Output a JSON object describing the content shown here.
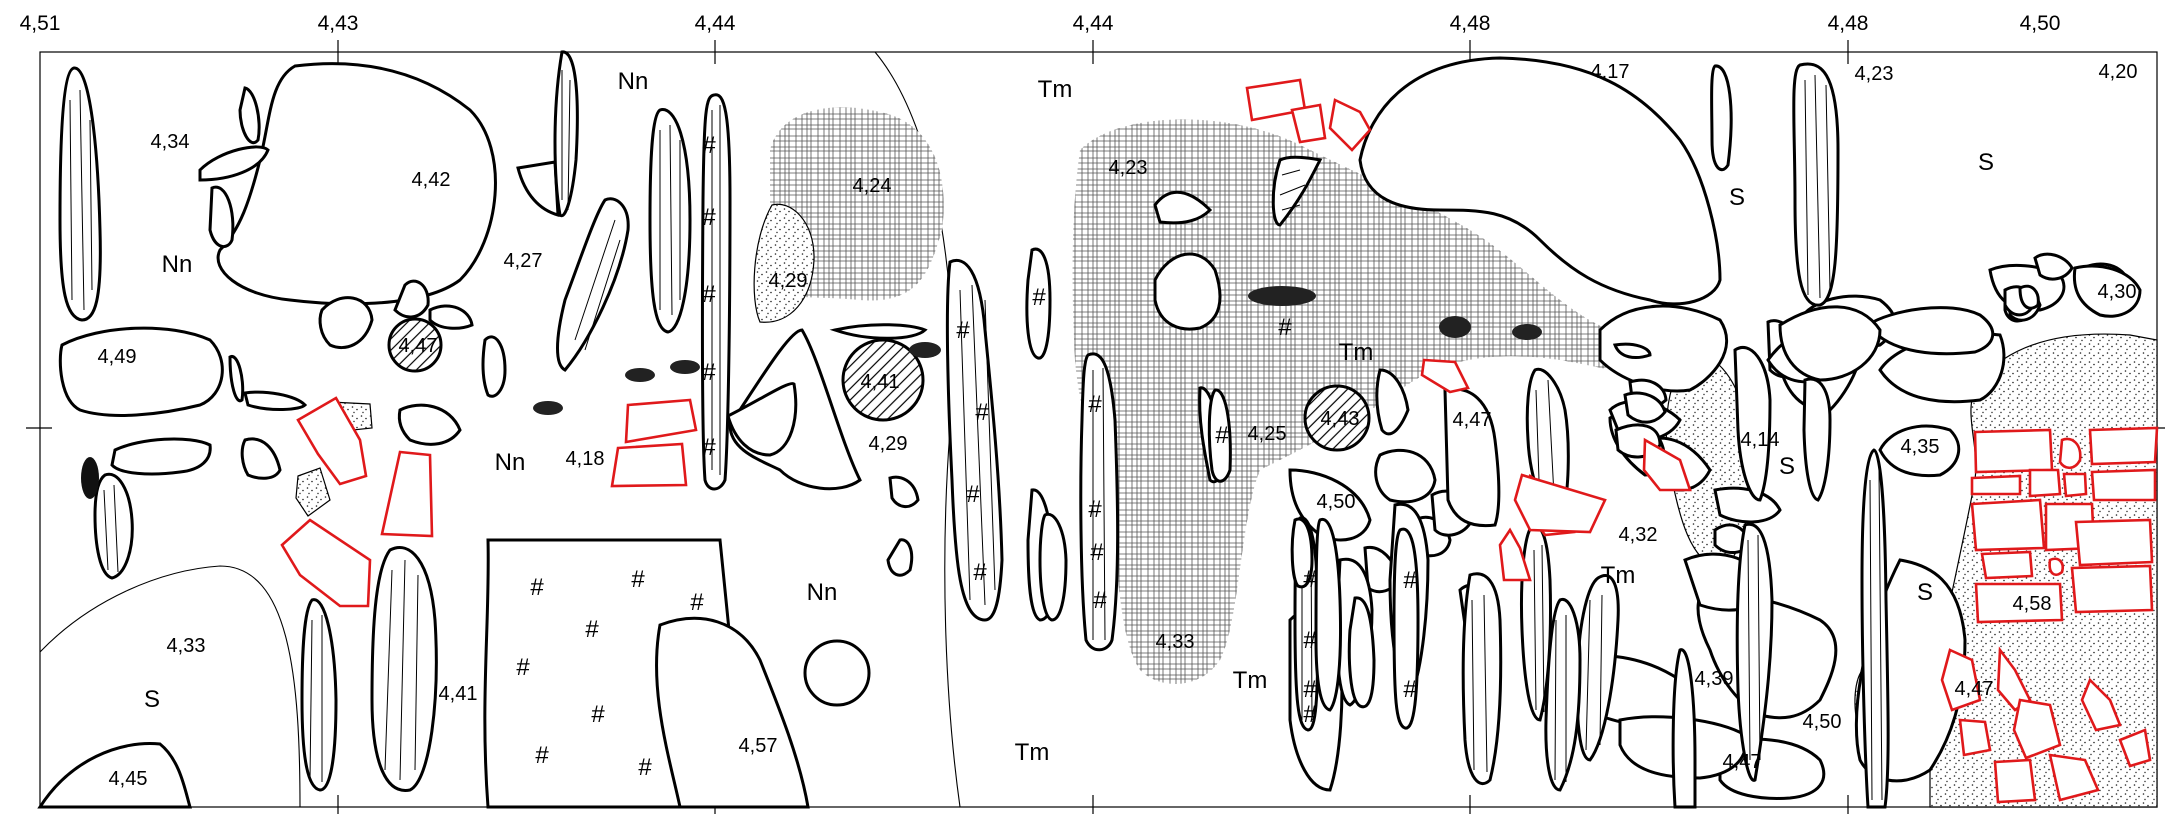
{
  "top_axis": {
    "labels": [
      "4,51",
      "4,43",
      "4,44",
      "4,44",
      "4,48",
      "4,48",
      "4,50"
    ]
  },
  "zones": {
    "nn": "Nn",
    "tm": "Tm",
    "s": "S"
  },
  "elevations": {
    "e434": "4,34",
    "e442": "4,42",
    "e427": "4,27",
    "e447": "4,47",
    "e449": "4,49",
    "e418": "4,18",
    "e424": "4,24",
    "e429": "4,29",
    "e441": "4,41",
    "e423": "4,23",
    "e417": "4,17",
    "e425": "4,25",
    "e443": "4,43",
    "e450": "4,50",
    "e432": "4,32",
    "e414": "4,14",
    "e435": "4,35",
    "e430": "4,30",
    "e420": "4,20",
    "e433": "4,33",
    "e445": "4,45",
    "e457": "4,57",
    "e439": "4,39",
    "e458": "4,58"
  },
  "colors": {
    "outline": "#000000",
    "highlight": "#e0191b",
    "background": "#ffffff"
  }
}
